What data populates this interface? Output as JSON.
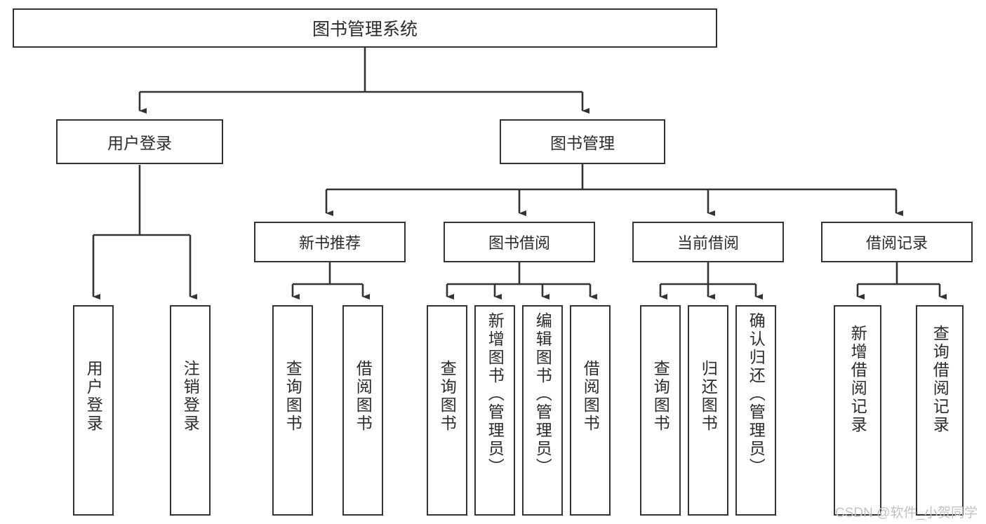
{
  "diagram": {
    "title": "图书管理系统",
    "root": {
      "label": "图书管理系统"
    },
    "tier1": [
      {
        "label": "用户登录"
      },
      {
        "label": "图书管理"
      }
    ],
    "tier2": [
      {
        "label": "新书推荐"
      },
      {
        "label": "图书借阅"
      },
      {
        "label": "当前借阅"
      },
      {
        "label": "借阅记录"
      }
    ],
    "leaves": {
      "user_login": [
        {
          "label": "用户登录"
        },
        {
          "label": "注销登录"
        }
      ],
      "new_book_recommend": [
        {
          "label": "查询图书"
        },
        {
          "label": "借阅图书"
        }
      ],
      "book_borrow": [
        {
          "label": "查询图书"
        },
        {
          "label": "新增图书（管理员）"
        },
        {
          "label": "编辑图书（管理员）"
        },
        {
          "label": "借阅图书"
        }
      ],
      "current_borrow": [
        {
          "label": "查询图书"
        },
        {
          "label": "归还图书"
        },
        {
          "label": "确认归还（管理员）"
        }
      ],
      "borrow_record": [
        {
          "label": "新增借阅记录"
        },
        {
          "label": "查询借阅记录"
        }
      ]
    },
    "watermark": "CSDN @软件_小贺同学",
    "colors": {
      "border": "#333333",
      "background": "#ffffff",
      "text": "#2b2b2b",
      "watermark": "#c2c2c2"
    }
  }
}
